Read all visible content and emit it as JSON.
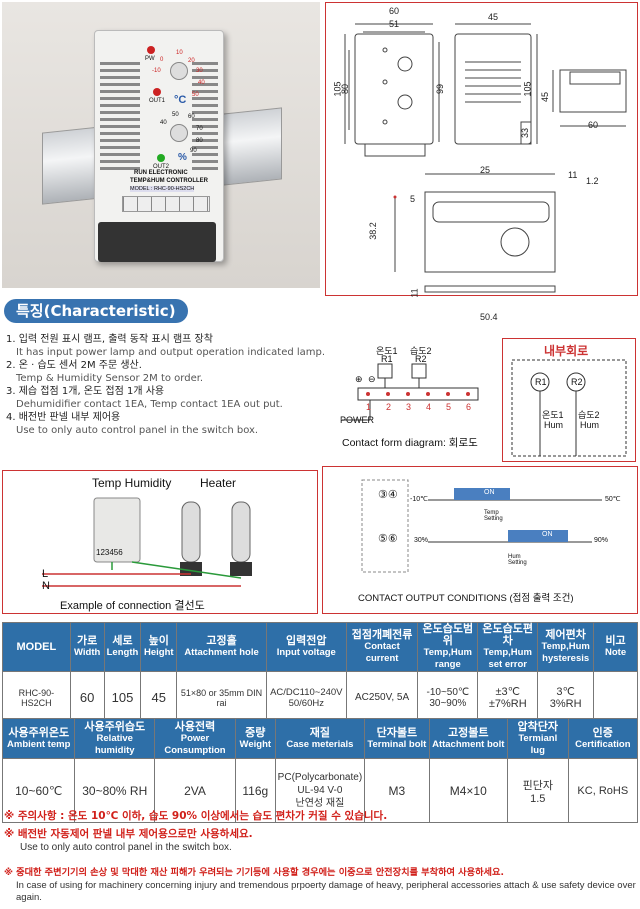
{
  "product": {
    "led_labels": [
      "PW",
      "OUT1",
      "OUT2"
    ],
    "unit_c": "°C",
    "unit_pct": "%",
    "dial1_ticks": [
      "-10",
      "0",
      "10",
      "20",
      "30",
      "40",
      "50"
    ],
    "dial2_ticks": [
      "40",
      "50",
      "60",
      "70",
      "80",
      "90"
    ],
    "brand": "RUN ELECTRONIC",
    "name": "TEMP&HUM CONTROLLER",
    "model_label": "MODEL : RHC-90-HS2CH"
  },
  "dims_top": {
    "w60": "60",
    "w51": "51",
    "w45": "45",
    "h105": "105",
    "h80": "80",
    "h99": "99",
    "h45": "45",
    "h33": "33",
    "b60": "60"
  },
  "dims_mid": {
    "d25": "25",
    "d5": "5",
    "d11": "11",
    "d1_2": "1.2",
    "d38_2": "38.2",
    "d11b": "11",
    "d50_4": "50.4"
  },
  "characteristic": {
    "title": "특징(Characteristic)",
    "items": [
      {
        "ko": "1. 입력 전원 표시 램프, 출력 동작 표시 램프 장착",
        "en": "It has input power lamp and output operation indicated lamp."
      },
      {
        "ko": "2. 온 · 습도 센서 2M 주문 생산.",
        "en": "Temp & Humidity Sensor 2M  to order."
      },
      {
        "ko": "3. 제습 접점 1개, 온도 접점 1개 사용",
        "en": "Dehumidifier contact 1EA, Temp contact 1EA out put."
      },
      {
        "ko": "4. 배전반 판넬 내부 제어용",
        "en": "Use to only auto control panel in the switch box."
      }
    ]
  },
  "contact": {
    "labels_top": [
      "온도1",
      "습도2"
    ],
    "relays": [
      "R1",
      "R2"
    ],
    "terminals": [
      "1",
      "2",
      "3",
      "4",
      "5",
      "6"
    ],
    "plus": "⊕",
    "minus": "⊖",
    "power": "POWER",
    "caption": "Contact form diagram: 회로도",
    "internal_title": "내부회로",
    "int_labels": [
      "온도1",
      "습도2"
    ],
    "hum": "Hum"
  },
  "connection": {
    "temp_humidity": "Temp Humidity",
    "heater": "Heater",
    "terminal_text": "123456",
    "l": "L",
    "n": "N",
    "caption": "Example of connection 결선도"
  },
  "output": {
    "row1": "③④",
    "row2": "⑤⑥",
    "on": "ON",
    "t_min": "-10℃",
    "t_max": "50℃",
    "temp_setting": "Temp\nSetting",
    "h_min": "30%",
    "h_max": "90%",
    "hum_setting": "Hum\nSetting",
    "caption": "CONTACT OUTPUT CONDITIONS (접점 출력 조건)"
  },
  "table1": {
    "headers": [
      {
        "ko": "MODEL",
        "en": ""
      },
      {
        "ko": "가로",
        "en": "Width"
      },
      {
        "ko": "세로",
        "en": "Length"
      },
      {
        "ko": "높이",
        "en": "Height"
      },
      {
        "ko": "고정홀",
        "en": "Attachment hole"
      },
      {
        "ko": "입력전압",
        "en": "Input voltage"
      },
      {
        "ko": "접점개폐전류",
        "en": "Contact current"
      },
      {
        "ko": "온도습도범위",
        "en": "Temp,Hum range"
      },
      {
        "ko": "온도습도편차",
        "en": "Temp,Hum set error"
      },
      {
        "ko": "제어편차",
        "en": "Temp,Hum hysteresis"
      },
      {
        "ko": "비고",
        "en": "Note"
      }
    ],
    "row": [
      "RHC-90-HS2CH",
      "60",
      "105",
      "45",
      "51×80 or 35mm DIN rai",
      "AC/DC110~240V\n50/60Hz",
      "AC250V, 5A",
      "-10~50℃\n30~90%",
      "±3℃\n±7%RH",
      "3℃\n3%RH",
      ""
    ]
  },
  "table2": {
    "headers": [
      {
        "ko": "사용주위온도",
        "en": "Ambient temp"
      },
      {
        "ko": "사용주위습도",
        "en": "Relative humidity"
      },
      {
        "ko": "사용전력",
        "en": "Power Consumption"
      },
      {
        "ko": "중량",
        "en": "Weight"
      },
      {
        "ko": "재질",
        "en": "Case meterials"
      },
      {
        "ko": "단자볼트",
        "en": "Terminal bolt"
      },
      {
        "ko": "고정볼트",
        "en": "Attachment bolt"
      },
      {
        "ko": "압착단자",
        "en": "Termianl lug"
      },
      {
        "ko": "인증",
        "en": "Certification"
      }
    ],
    "row": [
      "10~60℃",
      "30~80% RH",
      "2VA",
      "116g",
      "PC(Polycarbonate)\nUL-94 V-0\n난연성 재질",
      "M3",
      "M4×10",
      "핀단자\n1.5",
      "KC, RoHS"
    ]
  },
  "notes": {
    "n1": "※ 주의사항 : 온도 10℃ 이하, 습도 90% 이상에서는 습도 편차가 커질 수 있습니다.",
    "n2": "※ 배전반 자동제어 판넬 내부 제어용으로만 사용하세요.",
    "n2_en": "Use to only auto control panel in the switch box.",
    "n3": "※ 중대한 주변기기의 손상 및 막대한 재산 피해가 우려되는 기기등에 사용할 경우에는 이중으로 안전장치를 부착하여 사용하세요.",
    "n3_en": "In case of using for machinery concerning injury and tremendous prpoerty damage of heavy, peripheral accessories attach & use safety device over again."
  }
}
